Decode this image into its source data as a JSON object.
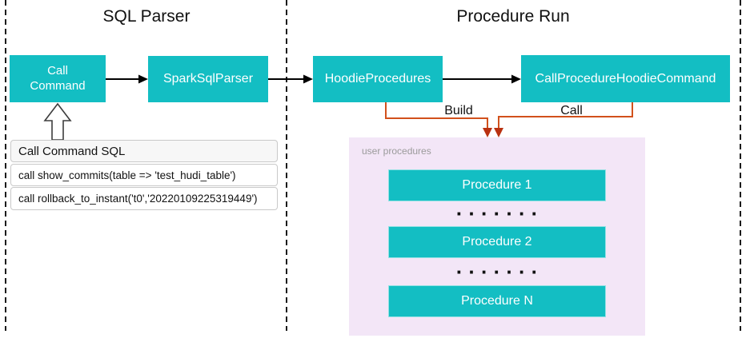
{
  "colors": {
    "teal": "#13BEC3",
    "orange": "#D2511C",
    "orange_arrow": "#B93111",
    "pink": "#F3E6F7",
    "muted": "#9B9B9B",
    "header_bg": "#F7F7F7",
    "box_border": "#C9C9C9",
    "line": "#1A1A1A"
  },
  "sections": {
    "sql_parser": {
      "title": "SQL Parser"
    },
    "procedure_run": {
      "title": "Procedure Run"
    }
  },
  "nodes": {
    "call_command": {
      "line1": "Call",
      "line2": "Command"
    },
    "spark_sql_parser": "SparkSqlParser",
    "hoodie_procedures": "HoodieProcedures",
    "call_procedure_hoodie_command": "CallProcedureHoodieCommand"
  },
  "edges": {
    "build_label": "Build",
    "call_label": "Call"
  },
  "sql_panel": {
    "header": "Call Command SQL",
    "rows": [
      "call show_commits(table => 'test_hudi_table')",
      "call rollback_to_instant('t0','20220109225319449')"
    ]
  },
  "user_procedures": {
    "label": "user procedures",
    "items": [
      "Procedure 1",
      "Procedure 2",
      "Procedure N"
    ],
    "dots": "·······"
  }
}
